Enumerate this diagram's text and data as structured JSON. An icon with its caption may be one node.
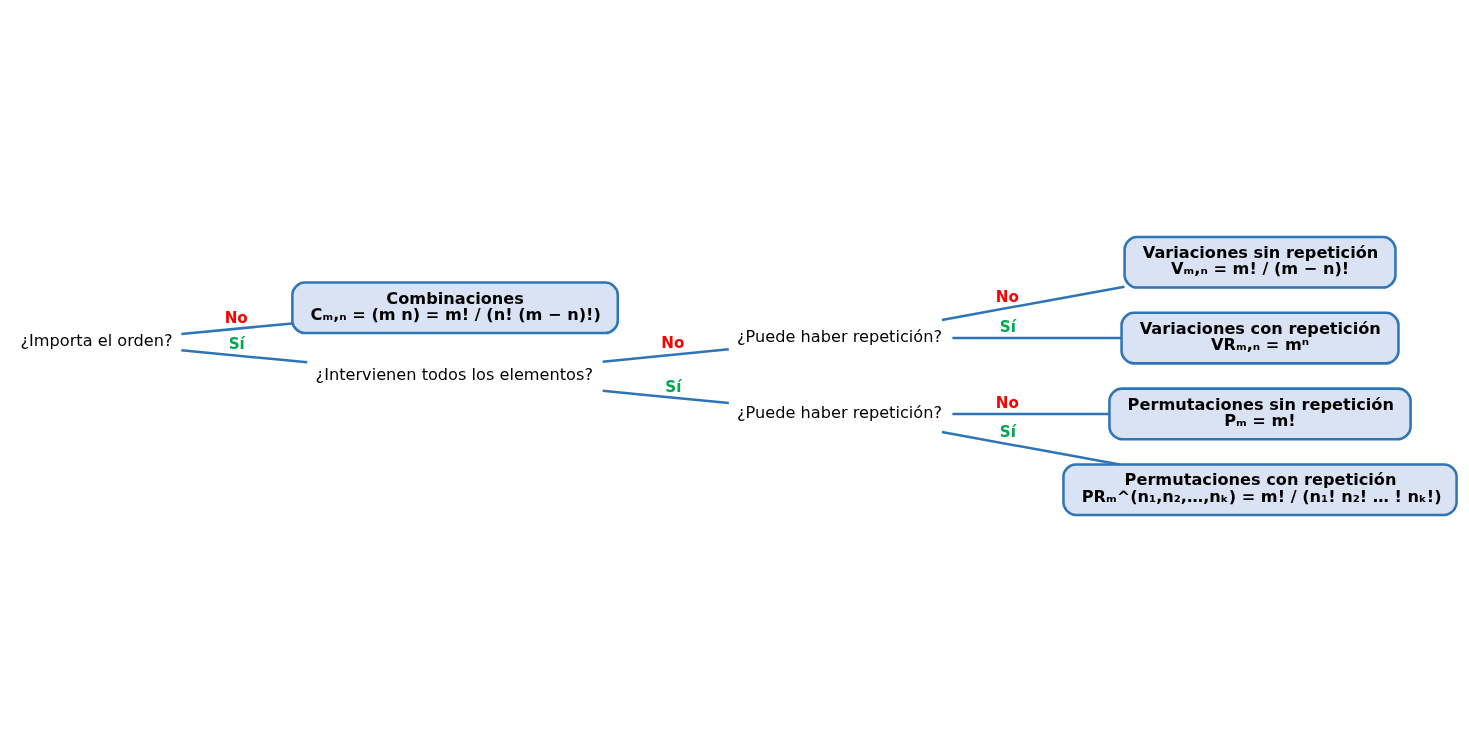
{
  "diagram": {
    "nodes": [
      {
        "text": [
          "¿Importa el orden?"
        ]
      },
      {
        "text": [
          "Combinaciones",
          "Cₘ,ₙ = (m n) = m! / (n! (m − n)!)"
        ]
      },
      {
        "text": [
          "¿Intervienen todos los elementos?"
        ]
      },
      {
        "text": [
          "¿Puede haber repetición?"
        ]
      },
      {
        "text": [
          "¿Puede haber repetición?"
        ]
      },
      {
        "text": [
          "Variaciones sin repetición",
          "Vₘ,ₙ = m! / (m − n)!"
        ]
      },
      {
        "text": [
          "Variaciones con repetición",
          "VRₘ,ₙ = mⁿ"
        ]
      },
      {
        "text": [
          "Permutaciones sin repetición",
          "Pₘ = m!"
        ]
      },
      {
        "text": [
          "Permutaciones con repetición",
          "PRₘ^(n₁,n₂,…,nₖ) = m! / (n₁! n₂! … ! nₖ!)"
        ]
      }
    ],
    "edges": [
      {
        "from": 0,
        "to": 1,
        "arrow": "none",
        "label": "No"
      },
      {
        "from": 0,
        "to": 2,
        "arrow": "none",
        "label": "Sí"
      },
      {
        "from": 2,
        "to": 3,
        "arrow": "none",
        "label": "No"
      },
      {
        "from": 2,
        "to": 4,
        "arrow": "none",
        "label": "Sí"
      },
      {
        "from": 3,
        "to": 5,
        "arrow": "none",
        "label": "No"
      },
      {
        "from": 3,
        "to": 6,
        "arrow": "none",
        "label": "Sí"
      },
      {
        "from": 4,
        "to": 7,
        "arrow": "none",
        "label": "No"
      },
      {
        "from": 4,
        "to": 8,
        "arrow": "none",
        "label": "Sí"
      }
    ]
  }
}
